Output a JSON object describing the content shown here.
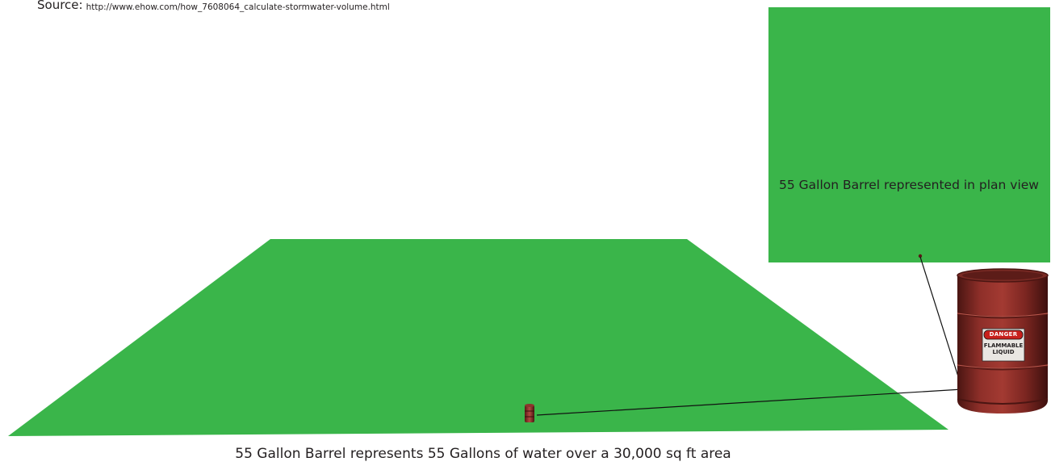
{
  "source": {
    "label": "Source:",
    "url": "http://www.ehow.com/how_7608064_calculate-stormwater-volume.html"
  },
  "plan_view": {
    "caption": "55 Gallon Barrel represented in plan view"
  },
  "barrel_label": {
    "line1": "DANGER",
    "line2": "FLAMMABLE LIQUID"
  },
  "caption": "55 Gallon Barrel represents 55 Gallons of water over a 30,000 sq ft area",
  "colors": {
    "grass": "#3ab54a",
    "barrel": "#8a2a25",
    "text": "#231f20"
  }
}
